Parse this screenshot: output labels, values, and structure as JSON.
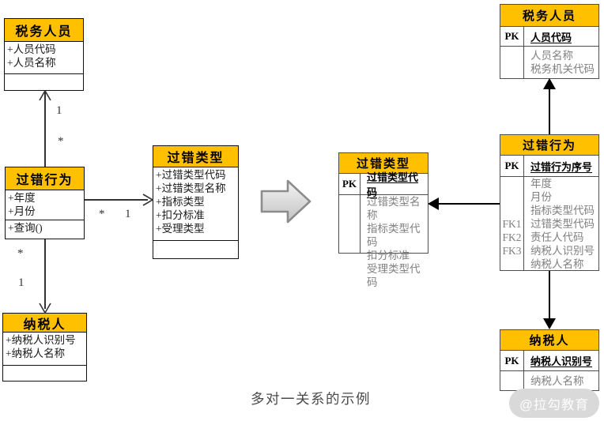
{
  "caption": "多对一关系的示例",
  "watermark": "@拉勾教育",
  "colors": {
    "header_fill": "#FFC000",
    "uml_border": "#111111",
    "er_border": "#4d4d4d",
    "body_text_gray": "#808080",
    "caption_text": "#4a4a4a",
    "big_arrow_fill_top": "#f4f4f4",
    "big_arrow_fill_bottom": "#c2c2c2",
    "big_arrow_stroke": "#8c8c8c"
  },
  "uml_classes": {
    "tax_officer": {
      "title": "税务人员",
      "attrs": [
        "+人员代码",
        "+人员名称"
      ],
      "ops": []
    },
    "fault_behavior": {
      "title": "过错行为",
      "attrs": [
        "+年度",
        "+月份"
      ],
      "ops": [
        "+查询()"
      ]
    },
    "fault_type": {
      "title": "过错类型",
      "attrs": [
        "+过错类型代码",
        "+过错类型名称",
        "+指标类型",
        "+扣分标准",
        "+受理类型"
      ],
      "ops": []
    },
    "taxpayer": {
      "title": "纳税人",
      "attrs": [
        "+纳税人识别号",
        "+纳税人名称"
      ],
      "ops": []
    }
  },
  "uml_multiplicity": {
    "officer_one": "1",
    "officer_many": "*",
    "type_many": "*",
    "type_one": "1",
    "payer_many": "*",
    "payer_one": "1"
  },
  "er_tables": {
    "tax_officer": {
      "title": "税务人员",
      "key_label": "PK",
      "key_name": "人员代码",
      "rows": [
        {
          "k": "",
          "v": "人员名称"
        },
        {
          "k": "",
          "v": "税务机关代码"
        }
      ]
    },
    "fault_type": {
      "title": "过错类型",
      "key_label": "PK",
      "key_name": "过错类型代码",
      "rows": [
        {
          "k": "",
          "v": "过错类型名称"
        },
        {
          "k": "",
          "v": "指标类型代码"
        },
        {
          "k": "",
          "v": "扣分标准"
        },
        {
          "k": "",
          "v": "受理类型代码"
        }
      ]
    },
    "fault_behavior": {
      "title": "过错行为",
      "key_label": "PK",
      "key_name": "过错行为序号",
      "rows": [
        {
          "k": "",
          "v": "年度"
        },
        {
          "k": "",
          "v": "月份"
        },
        {
          "k": "",
          "v": "指标类型代码"
        },
        {
          "k": "FK1",
          "v": "过错类型代码"
        },
        {
          "k": "FK2",
          "v": "责任人代码"
        },
        {
          "k": "FK3",
          "v": "纳税人识别号"
        },
        {
          "k": "",
          "v": "纳税人名称"
        }
      ]
    },
    "taxpayer": {
      "title": "纳税人",
      "key_label": "PK",
      "key_name": "纳税人识别号",
      "rows": [
        {
          "k": "",
          "v": "纳税人名称"
        }
      ]
    }
  }
}
